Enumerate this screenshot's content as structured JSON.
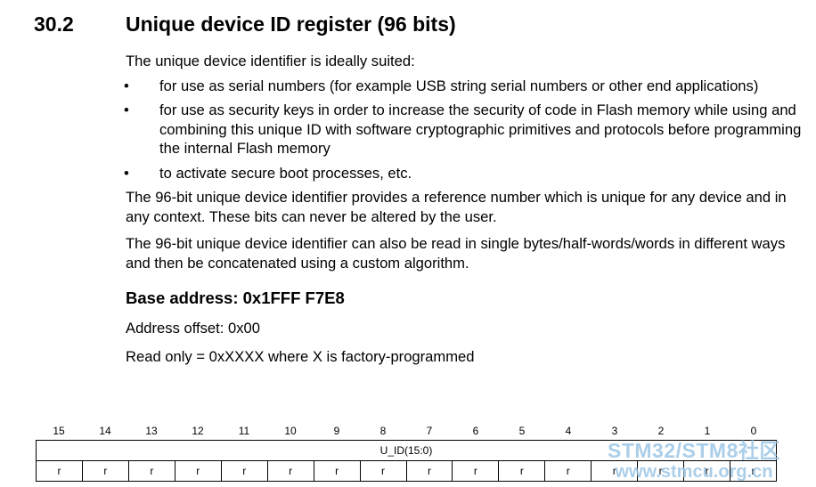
{
  "section": {
    "number": "30.2",
    "title": "Unique device ID register (96 bits)"
  },
  "intro": "The unique device identifier is ideally suited:",
  "bullets": [
    "for use as serial numbers (for example USB string serial numbers or other end applications)",
    "for use as security keys in order to increase the security of code in Flash memory while using and combining this unique ID with software cryptographic primitives and protocols before programming the internal Flash memory",
    "to activate secure boot processes, etc."
  ],
  "bullet_symbol": "•",
  "paragraphs": [
    "The 96-bit unique device identifier provides a reference number which is unique for any device and in any context. These bits can never be altered by the user.",
    "The 96-bit unique device identifier can also be read in single bytes/half-words/words in different ways and then be concatenated using a custom algorithm."
  ],
  "base_address": "Base address: 0x1FFF F7E8",
  "address_offset": "Address offset: 0x00",
  "read_only": "Read only = 0xXXXX where X is factory-programmed",
  "register": {
    "bit_numbers": [
      "15",
      "14",
      "13",
      "12",
      "11",
      "10",
      "9",
      "8",
      "7",
      "6",
      "5",
      "4",
      "3",
      "2",
      "1",
      "0"
    ],
    "field_name": "U_ID(15:0)",
    "access": [
      "r",
      "r",
      "r",
      "r",
      "r",
      "r",
      "r",
      "r",
      "r",
      "r",
      "r",
      "r",
      "r",
      "r",
      "r",
      "r"
    ]
  },
  "watermark": {
    "line1": "STM32/STM8社区",
    "line2": "www.stmcu.org.cn"
  }
}
